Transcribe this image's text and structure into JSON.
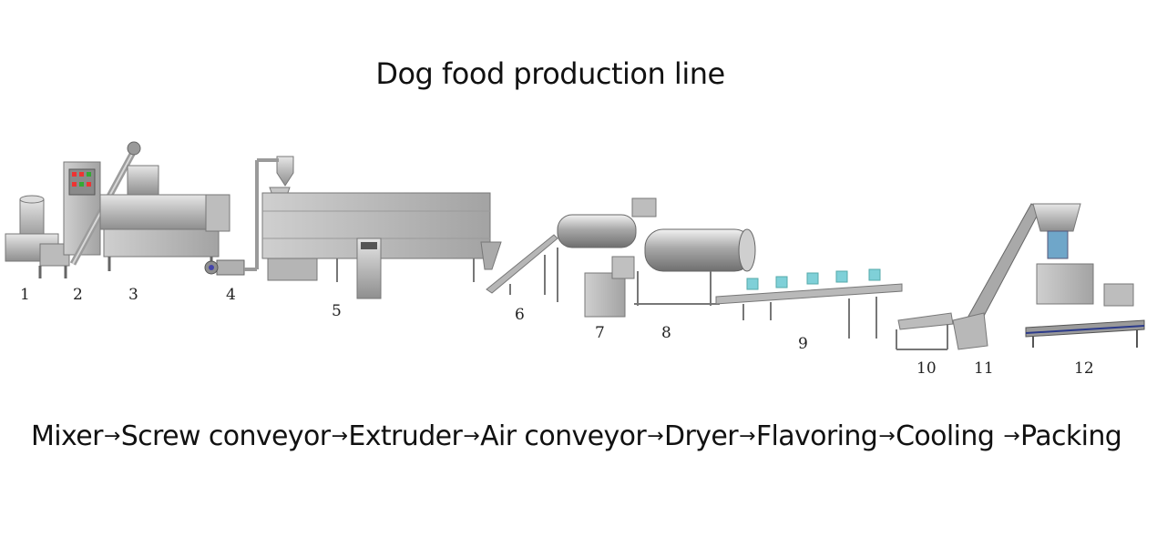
{
  "title": "Dog food production line",
  "numbers": [
    "1",
    "2",
    "3",
    "4",
    "5",
    "6",
    "7",
    "8",
    "9",
    "10",
    "11",
    "12"
  ],
  "flow": [
    "Mixer",
    "Screw conveyor",
    "Extruder",
    "Air conveyor",
    "Dryer",
    "Flavoring",
    "Cooling",
    "Packing"
  ],
  "arrow": "→"
}
